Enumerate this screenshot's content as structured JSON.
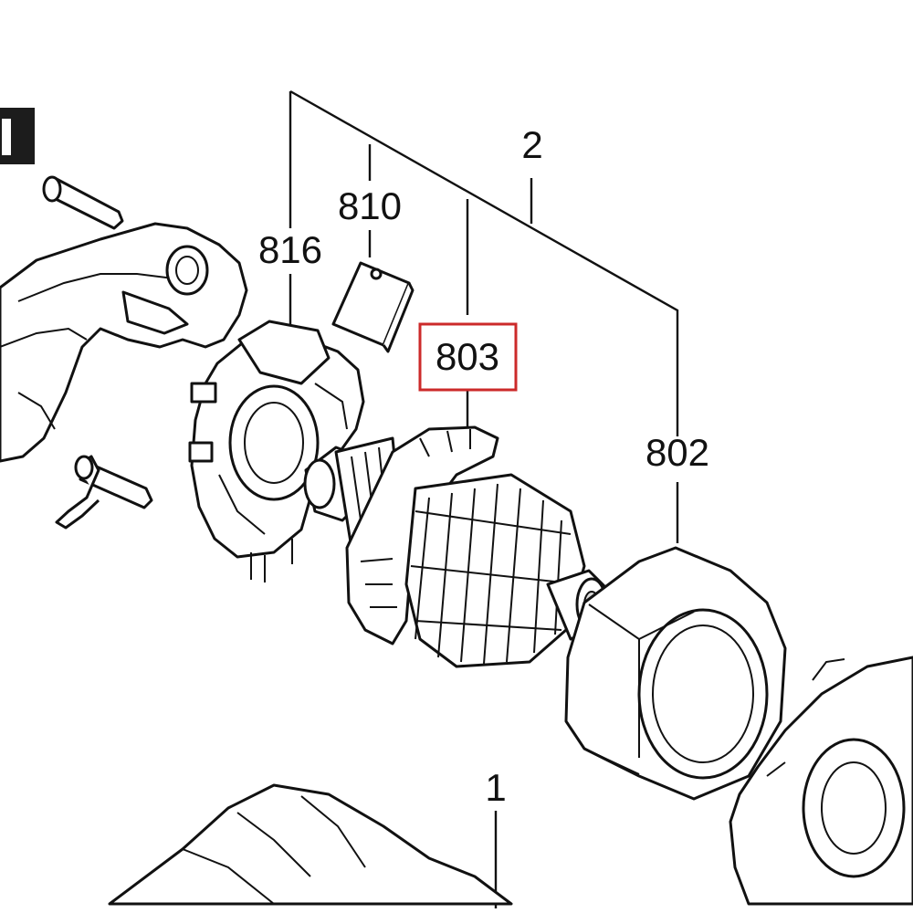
{
  "diagram": {
    "corner_tab_label": "",
    "callouts": {
      "assembly": "2",
      "part_816": "816",
      "part_810": "810",
      "part_803": "803",
      "part_802": "802",
      "part_1": "1"
    },
    "highlight": {
      "target": "803",
      "color": "#cc2a2a"
    },
    "colors": {
      "line": "#111111",
      "background": "#ffffff"
    }
  }
}
